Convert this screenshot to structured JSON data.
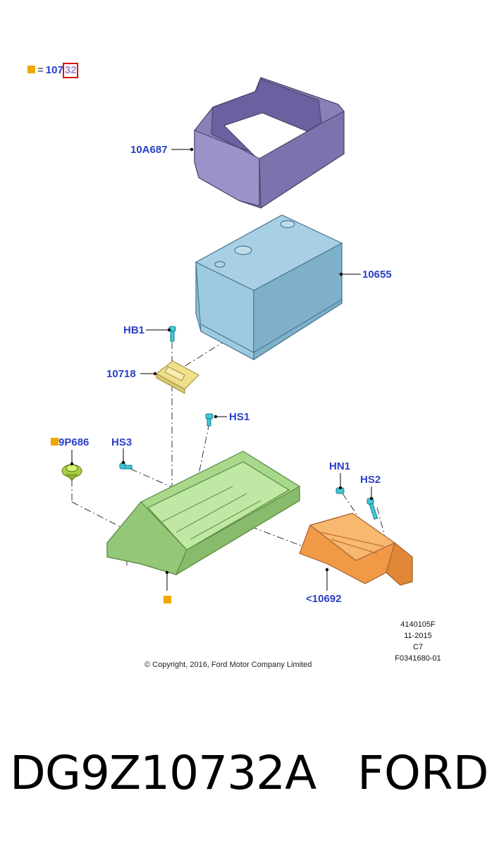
{
  "legend": {
    "prefix": "=",
    "code_start": "107",
    "code_highlight": "32"
  },
  "callouts": {
    "bracket": "10A687",
    "battery": "10655",
    "bolt_hb1": "HB1",
    "clamp": "10718",
    "bolt_hs1": "HS1",
    "grommet": "9P686",
    "bolt_hs3": "HS3",
    "bolt_hn1": "HN1",
    "bolt_hs2": "HS2",
    "support": "<10692"
  },
  "meta": {
    "illustration_id": "4140105F",
    "date": "11-2015",
    "revision": "C7",
    "figure_id": "F0341680-01"
  },
  "copyright": "© Copyright, 2016, Ford Motor Company Limited",
  "footer": {
    "part_number": "DG9Z10732A",
    "brand": "FORD"
  },
  "colors": {
    "callout": "#2a3fc7",
    "legend_marker": "#f0a800",
    "highlight": "#e01010",
    "bracket": "#8a80b8",
    "battery": "#8fc0d8",
    "clamp": "#f0e08a",
    "tray": "#a8d88a",
    "support": "#f09a48",
    "bolt": "#40c8d8"
  }
}
